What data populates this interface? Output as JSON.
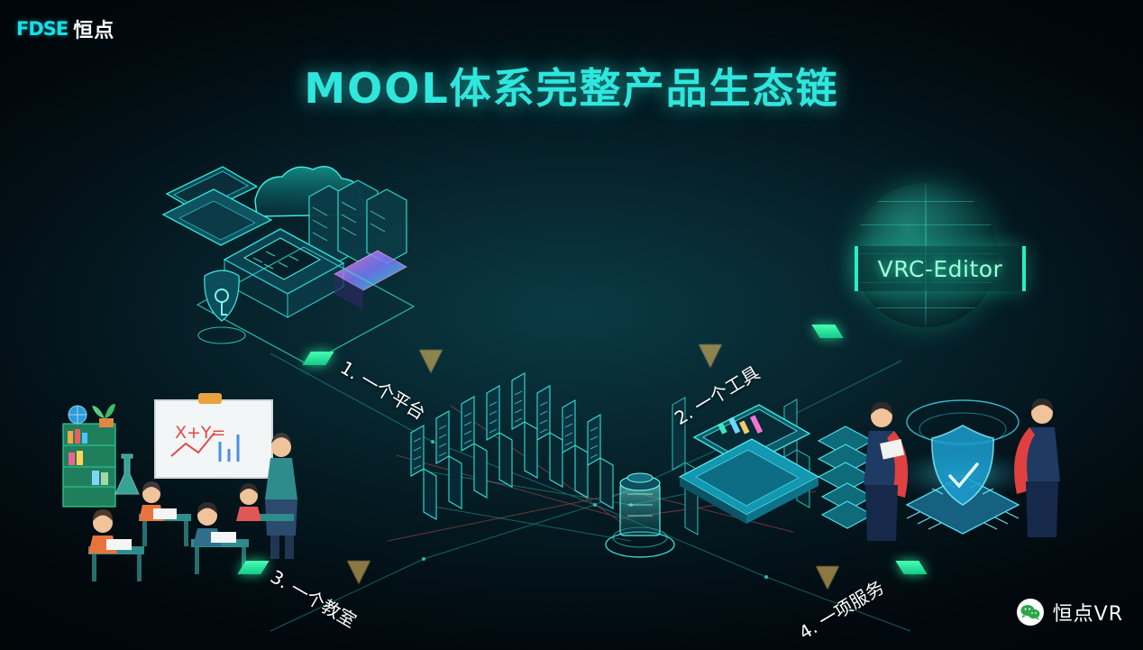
{
  "brand": {
    "logo_mark": "FDSE",
    "logo_cn": "恒点",
    "logo_color": "#17e0e8"
  },
  "title": "MOOL体系完整产品生态链",
  "title_color": "#2fe6dd",
  "badge": {
    "label": "VRC-Editor",
    "accent_color": "#25f0c0"
  },
  "steps": [
    {
      "id": "step-1",
      "label": "1. 一个平台"
    },
    {
      "id": "step-2",
      "label": "2. 一个工具"
    },
    {
      "id": "step-3",
      "label": "3. 一个教室"
    },
    {
      "id": "step-4",
      "label": "4. 一项服务"
    }
  ],
  "whiteboard": {
    "formula": "X+Y="
  },
  "footer": {
    "icon": "wechat-icon",
    "account": "恒点VR"
  },
  "background_color": "#041820"
}
